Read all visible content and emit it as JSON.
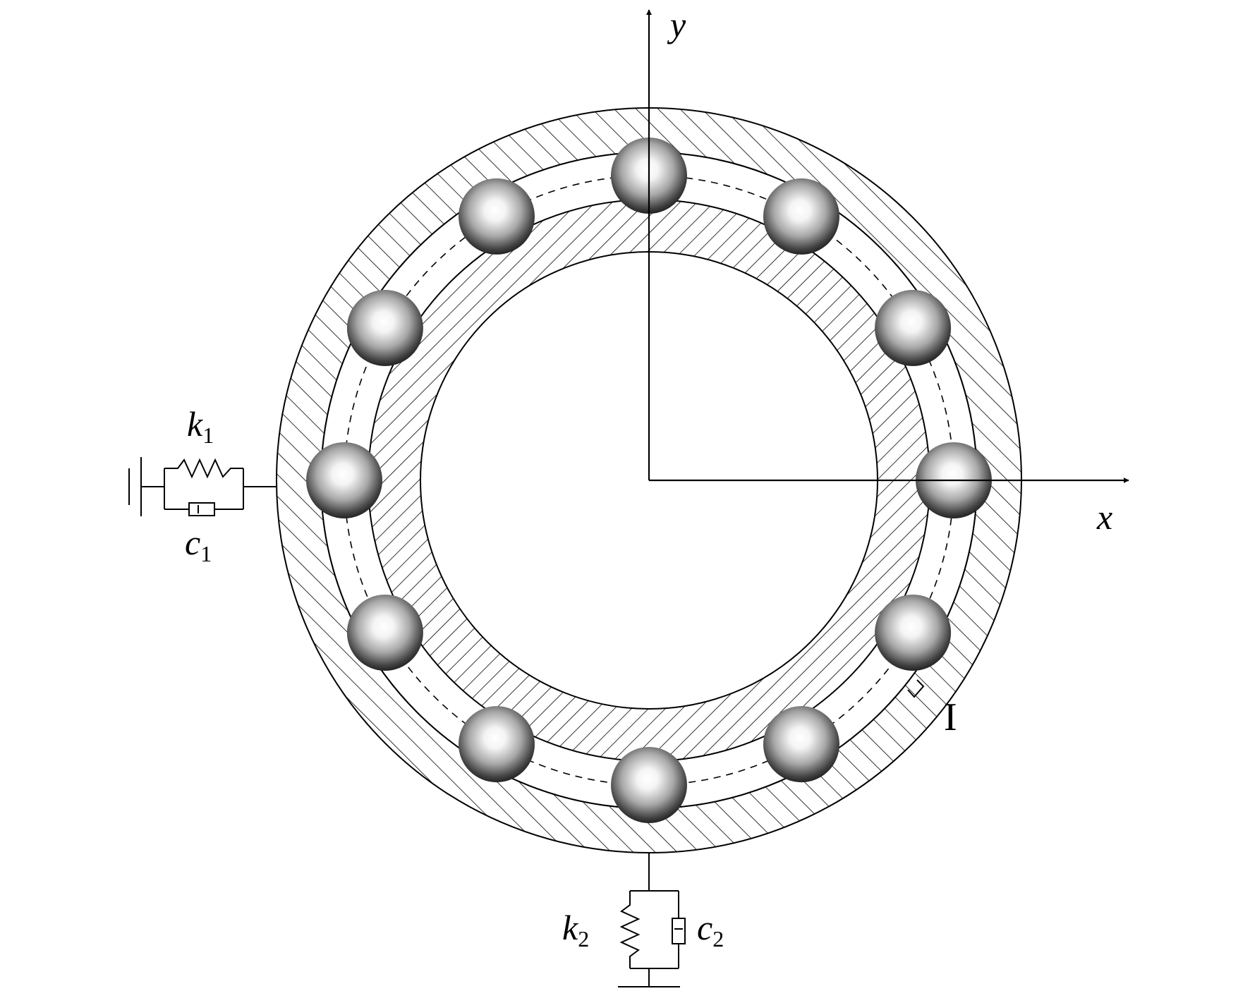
{
  "labels": {
    "x_axis": "x",
    "y_axis": "y",
    "k1": {
      "base": "k",
      "sub": "1"
    },
    "c1": {
      "base": "c",
      "sub": "1"
    },
    "k2": {
      "base": "k",
      "sub": "2"
    },
    "c2": {
      "base": "c",
      "sub": "2"
    },
    "detail_marker": "I"
  },
  "balls": {
    "count": 12
  },
  "colors": {
    "stroke": "#000000",
    "background": "#ffffff"
  }
}
